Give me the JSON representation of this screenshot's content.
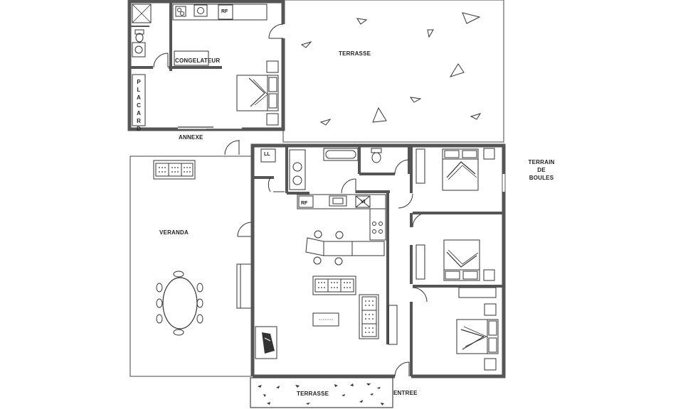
{
  "labels": {
    "congelateur": "CONGELATEUR",
    "terrasse_top": "TERRASSE",
    "annexe": "ANNEXE",
    "terrain_line1": "TERRAIN",
    "terrain_line2": "DE",
    "terrain_line3": "BOULES",
    "veranda": "VERANDA",
    "terrasse_bottom": "TERRASSE",
    "entree": "ENTREE",
    "rf_annexe": "RF",
    "rf_kitchen": "RF",
    "ll": "LL",
    "vi": "VI",
    "placard": [
      "P",
      "L",
      "A",
      "C",
      "A",
      "R",
      "D"
    ]
  },
  "colors": {
    "wall": "#555555",
    "line": "#333333"
  }
}
